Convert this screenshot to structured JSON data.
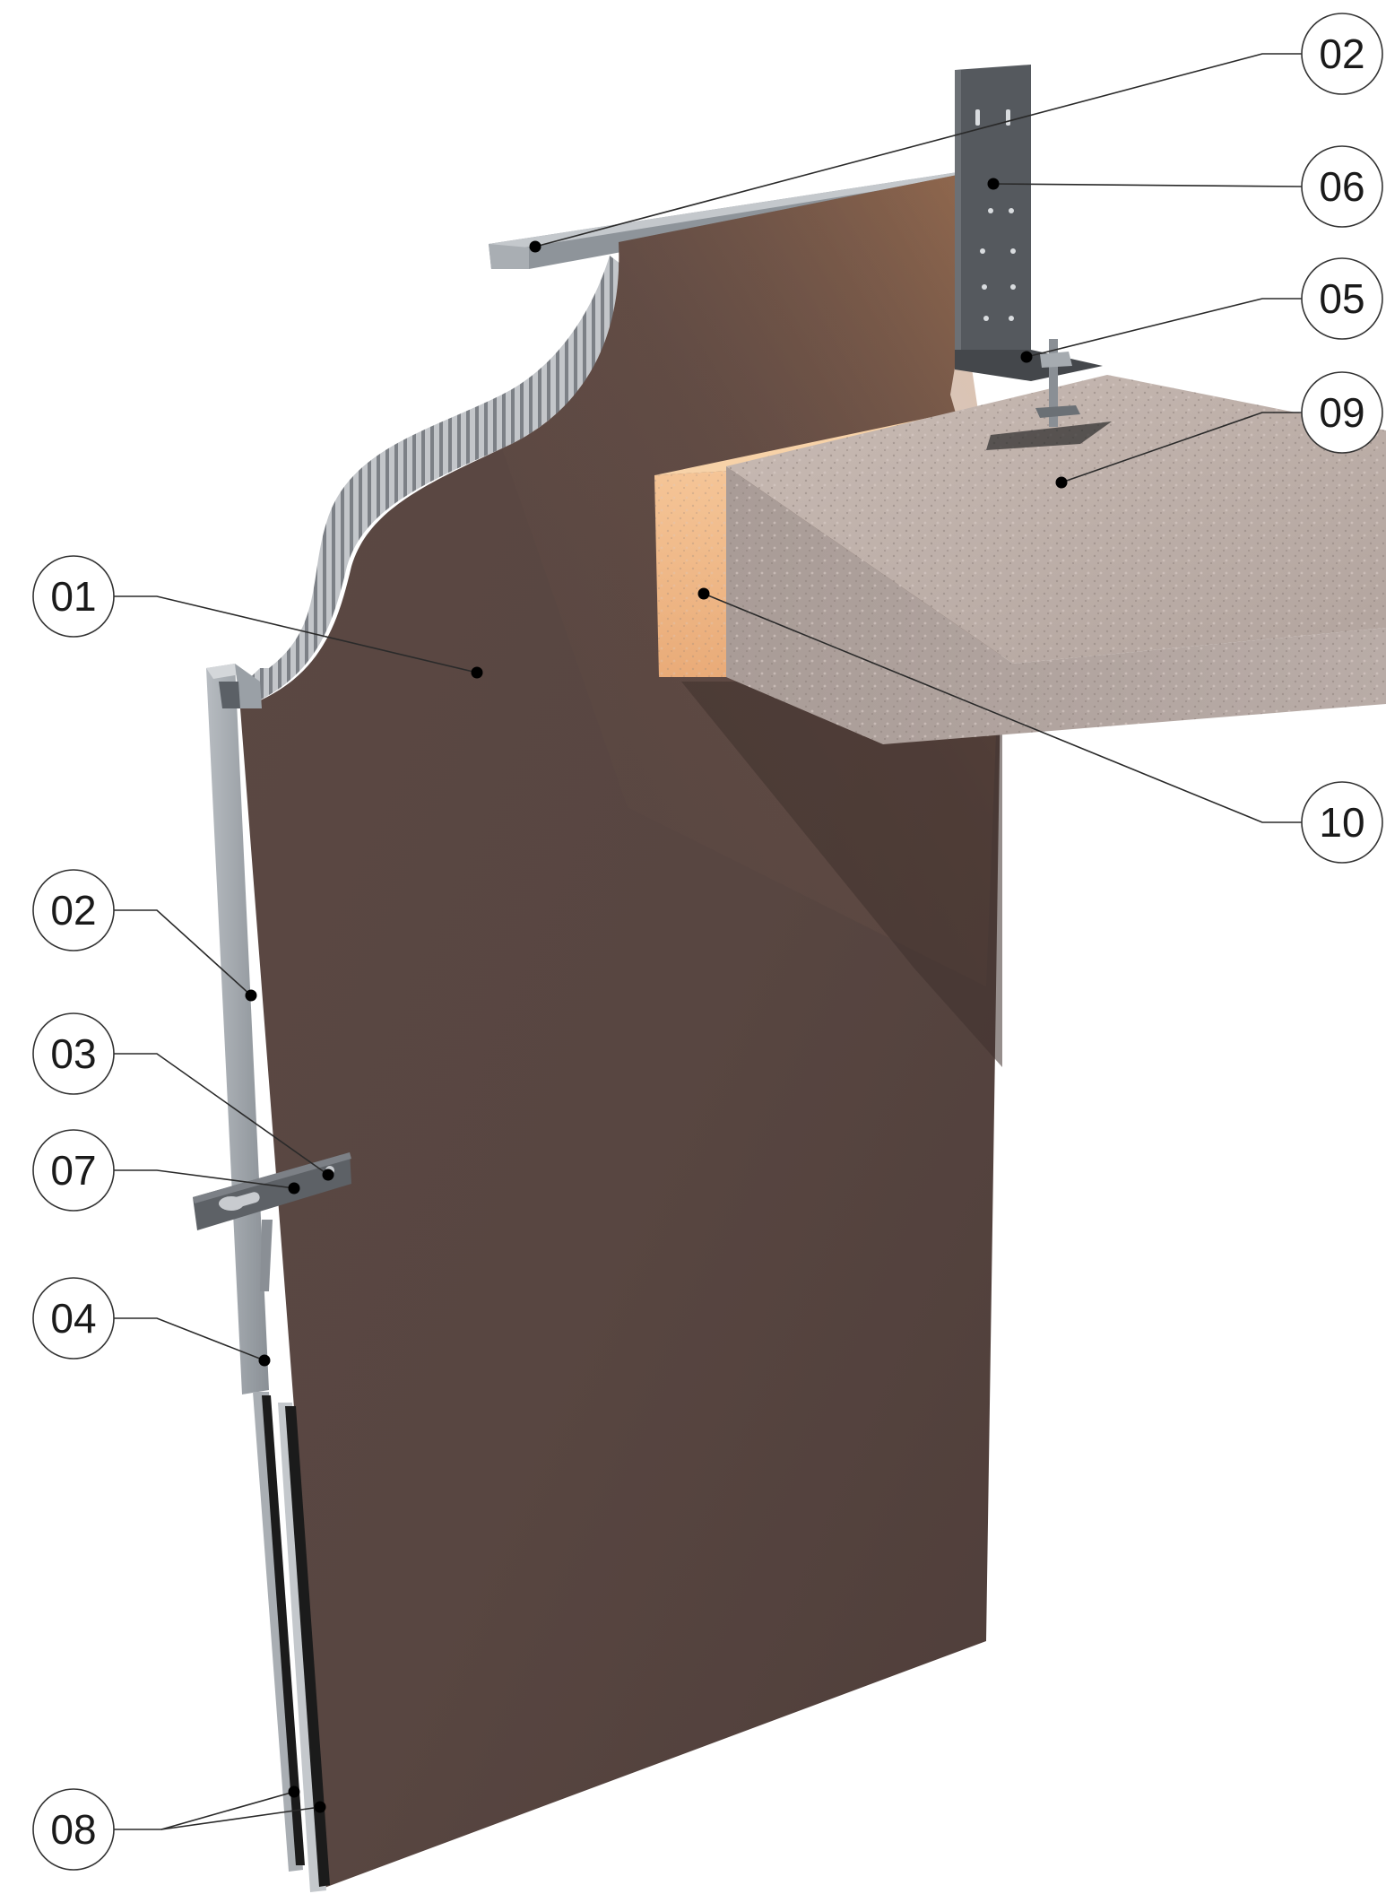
{
  "diagram": {
    "type": "facade-cladding-isometric-detail",
    "colors": {
      "panel": "#5a4742",
      "panel_shadow": "#3e302c",
      "profile": "#9aa0a6",
      "bracket": "#4a4d52",
      "insulation": "#f2b98a",
      "masonry": "#b7aba6",
      "honeycomb": "#b9bcc0"
    },
    "callouts": [
      {
        "id": "c-02-top",
        "label": "02"
      },
      {
        "id": "c-06",
        "label": "06"
      },
      {
        "id": "c-05",
        "label": "05"
      },
      {
        "id": "c-09",
        "label": "09"
      },
      {
        "id": "c-01",
        "label": "01"
      },
      {
        "id": "c-10",
        "label": "10"
      },
      {
        "id": "c-02-left",
        "label": "02"
      },
      {
        "id": "c-03",
        "label": "03"
      },
      {
        "id": "c-07",
        "label": "07"
      },
      {
        "id": "c-04",
        "label": "04"
      },
      {
        "id": "c-08",
        "label": "08"
      }
    ]
  }
}
